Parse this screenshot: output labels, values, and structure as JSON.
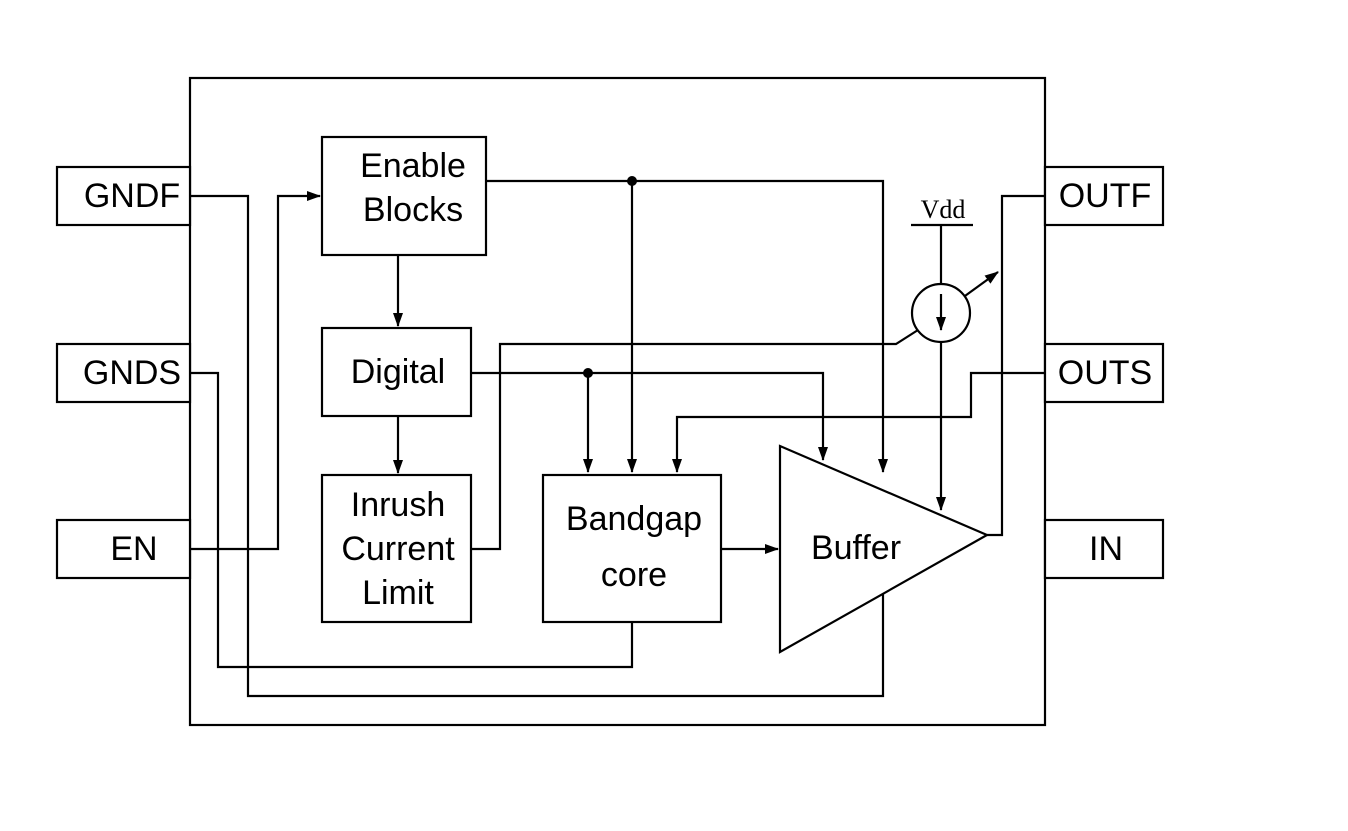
{
  "pins_left": {
    "gndf": "GNDF",
    "gnds": "GNDS",
    "en": "EN"
  },
  "pins_right": {
    "outf": "OUTF",
    "outs": "OUTS",
    "in": "IN"
  },
  "blocks": {
    "enable": [
      "Enable",
      "Blocks"
    ],
    "digital": [
      "Digital"
    ],
    "inrush": [
      "Inrush",
      "Current",
      "Limit"
    ],
    "bandgap": [
      "Bandgap",
      "core"
    ],
    "buffer": [
      "Buffer"
    ]
  },
  "supply": {
    "vdd": "Vdd"
  }
}
